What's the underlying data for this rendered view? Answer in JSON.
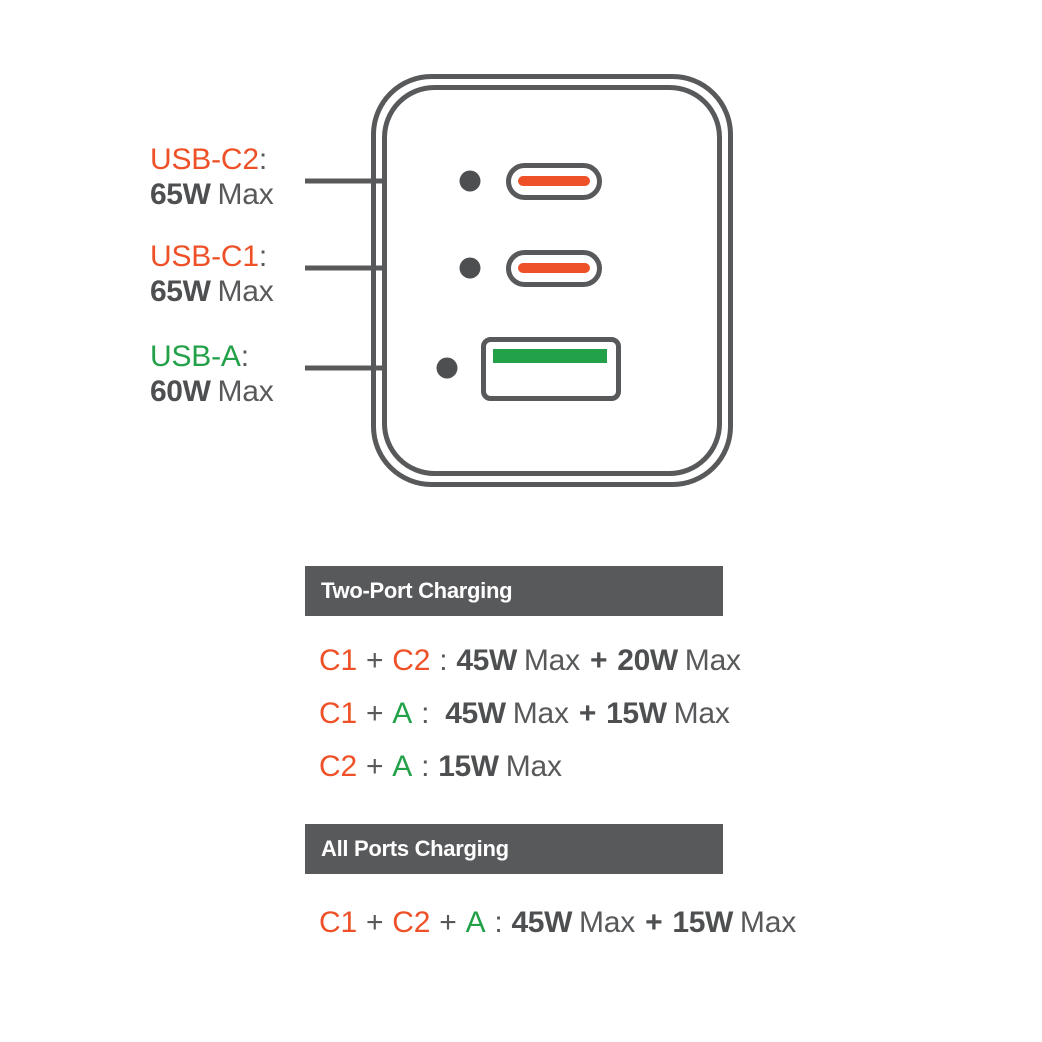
{
  "colors": {
    "orange": "#ee5127",
    "green": "#22a149",
    "gray_dark": "#4d4f51",
    "gray_text": "#58595b",
    "header_bg": "#58595b",
    "header_text": "#ffffff",
    "outline": "#58595b",
    "background": "#ffffff"
  },
  "device": {
    "name": "gan-charger-front-face",
    "ports": [
      {
        "id": "usb-c2",
        "type": "usb-c",
        "indicator_color": "#ee5127"
      },
      {
        "id": "usb-c1",
        "type": "usb-c",
        "indicator_color": "#ee5127"
      },
      {
        "id": "usb-a",
        "type": "usb-a",
        "indicator_color": "#22a149"
      }
    ]
  },
  "callouts": [
    {
      "id": "usb-c2",
      "port_label": "USB-C2",
      "colon": ":",
      "power": "65W",
      "max": "Max",
      "color": "#ee5127"
    },
    {
      "id": "usb-c1",
      "port_label": "USB-C1",
      "colon": ":",
      "power": "65W",
      "max": "Max",
      "color": "#ee5127"
    },
    {
      "id": "usb-a",
      "port_label": "USB-A",
      "colon": ":",
      "power": "60W",
      "max": "Max",
      "color": "#22a149"
    }
  ],
  "tables": [
    {
      "id": "two-port-charging",
      "header": "Two-Port Charging",
      "rows": [
        {
          "id": "c1-plus-c2",
          "ports": [
            {
              "label": "C1",
              "color": "#ee5127"
            },
            {
              "label": "C2",
              "color": "#ee5127"
            }
          ],
          "plus": "+",
          "colon": ":",
          "outputs": [
            {
              "power": "45W",
              "max": "Max"
            },
            {
              "power": "20W",
              "max": "Max"
            }
          ],
          "output_joiner": "+"
        },
        {
          "id": "c1-plus-a",
          "ports": [
            {
              "label": "C1",
              "color": "#ee5127"
            },
            {
              "label": "A",
              "color": "#22a149"
            }
          ],
          "plus": "+",
          "colon": ":",
          "outputs": [
            {
              "power": "45W",
              "max": "Max"
            },
            {
              "power": "15W",
              "max": "Max"
            }
          ],
          "output_joiner": "+"
        },
        {
          "id": "c2-plus-a",
          "ports": [
            {
              "label": "C2",
              "color": "#ee5127"
            },
            {
              "label": "A",
              "color": "#22a149"
            }
          ],
          "plus": "+",
          "colon": ":",
          "outputs": [
            {
              "power": "15W",
              "max": "Max"
            }
          ],
          "output_joiner": ""
        }
      ]
    },
    {
      "id": "all-ports-charging",
      "header": "All Ports Charging",
      "rows": [
        {
          "id": "c1-plus-c2-plus-a",
          "ports": [
            {
              "label": "C1",
              "color": "#ee5127"
            },
            {
              "label": "C2",
              "color": "#ee5127"
            },
            {
              "label": "A",
              "color": "#22a149"
            }
          ],
          "plus": "+",
          "colon": ":",
          "outputs": [
            {
              "power": "45W",
              "max": "Max"
            },
            {
              "power": "15W",
              "max": "Max"
            }
          ],
          "output_joiner": "+"
        }
      ]
    }
  ]
}
